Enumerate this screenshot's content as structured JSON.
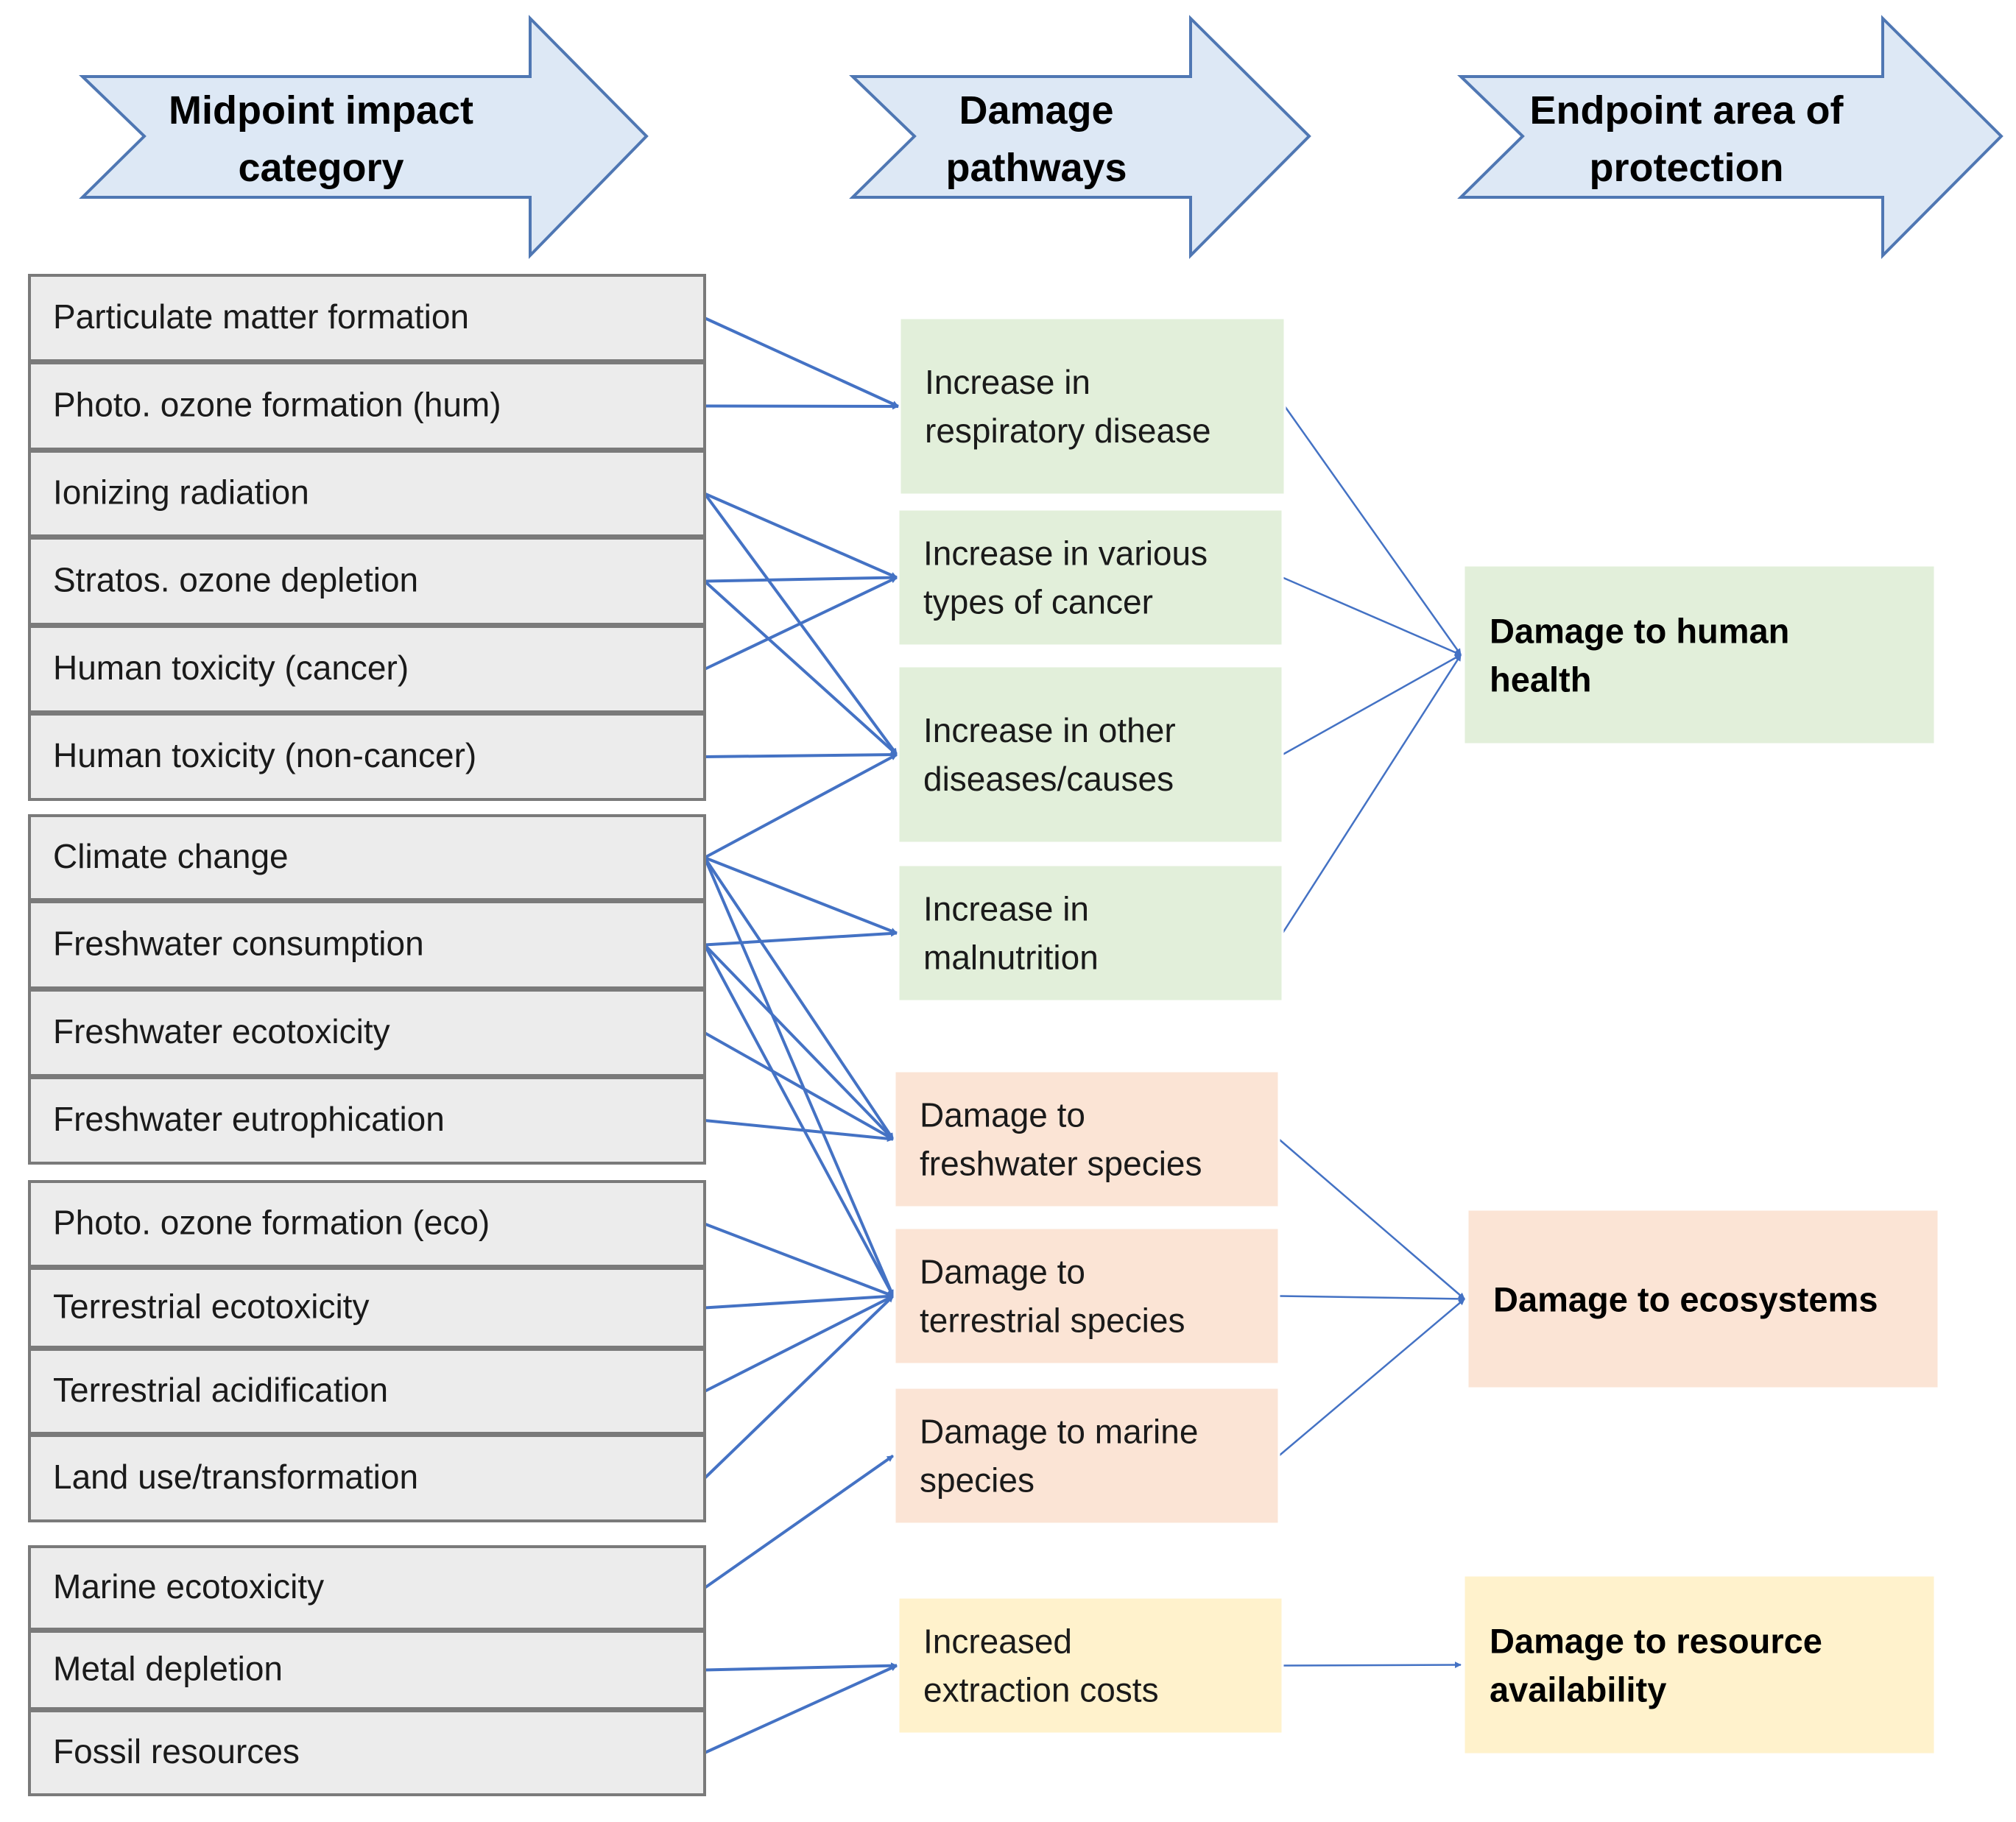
{
  "headers": [
    {
      "lines": [
        "Midpoint impact",
        "category"
      ]
    },
    {
      "lines": [
        "Damage",
        "pathways"
      ]
    },
    {
      "lines": [
        "Endpoint area of",
        "protection"
      ]
    }
  ],
  "colors": {
    "arrow_fill": "#dde8f5",
    "arrow_stroke": "#4f77b3",
    "midpoint_fill": "#ececec",
    "midpoint_stroke": "#7a7a7a",
    "connector": "#4472c4",
    "human_health": "#e2efda",
    "ecosystems": "#fbe4d5",
    "resources": "#fff2cc"
  },
  "midpoint_groups": [
    {
      "items": [
        "Particulate matter formation",
        "Photo. ozone formation (hum)",
        "Ionizing radiation",
        "Stratos. ozone depletion",
        "Human toxicity (cancer)",
        "Human toxicity (non-cancer)"
      ]
    },
    {
      "items": [
        "Climate change",
        "Freshwater consumption",
        "Freshwater ecotoxicity",
        "Freshwater eutrophication"
      ]
    },
    {
      "items": [
        "Photo. ozone formation (eco)",
        "Terrestrial ecotoxicity",
        "Terrestrial acidification",
        "Land use/transformation"
      ]
    },
    {
      "items": [
        "Marine ecotoxicity",
        " Metal depletion",
        "Fossil resources"
      ]
    }
  ],
  "pathways": [
    {
      "id": "respiratory",
      "lines": [
        "Increase in",
        "respiratory disease"
      ],
      "group": "human_health"
    },
    {
      "id": "cancer",
      "lines": [
        "Increase in various",
        "types of cancer"
      ],
      "group": "human_health"
    },
    {
      "id": "other",
      "lines": [
        "Increase in other",
        "diseases/causes"
      ],
      "group": "human_health"
    },
    {
      "id": "malnutrition",
      "lines": [
        "Increase in",
        "malnutrition"
      ],
      "group": "human_health"
    },
    {
      "id": "freshwater",
      "lines": [
        "Damage to",
        "freshwater species"
      ],
      "group": "ecosystems"
    },
    {
      "id": "terrestrial",
      "lines": [
        "Damage to",
        "terrestrial species"
      ],
      "group": "ecosystems"
    },
    {
      "id": "marine",
      "lines": [
        "Damage to marine",
        "species"
      ],
      "group": "ecosystems"
    },
    {
      "id": "extraction",
      "lines": [
        "Increased",
        "extraction costs"
      ],
      "group": "resources"
    }
  ],
  "endpoints": [
    {
      "id": "human_health",
      "lines": [
        "Damage to human",
        "health"
      ]
    },
    {
      "id": "ecosystems",
      "lines": [
        "Damage to ecosystems"
      ]
    },
    {
      "id": "resources",
      "lines": [
        "Damage to resource",
        "availability"
      ]
    }
  ],
  "links": [
    [
      "Particulate matter formation",
      "respiratory"
    ],
    [
      "Photo. ozone formation (hum)",
      "respiratory"
    ],
    [
      "Ionizing radiation",
      "cancer"
    ],
    [
      "Ionizing radiation",
      "other"
    ],
    [
      "Stratos. ozone depletion",
      "cancer"
    ],
    [
      "Stratos. ozone depletion",
      "other"
    ],
    [
      "Human toxicity (cancer)",
      "cancer"
    ],
    [
      "Human toxicity (non-cancer)",
      "other"
    ],
    [
      "Climate change",
      "other"
    ],
    [
      "Climate change",
      "malnutrition"
    ],
    [
      "Climate change",
      "freshwater"
    ],
    [
      "Climate change",
      "terrestrial"
    ],
    [
      "Freshwater consumption",
      "malnutrition"
    ],
    [
      "Freshwater consumption",
      "freshwater"
    ],
    [
      "Freshwater consumption",
      "terrestrial"
    ],
    [
      "Freshwater ecotoxicity",
      "freshwater"
    ],
    [
      "Freshwater eutrophication",
      "freshwater"
    ],
    [
      "Photo. ozone formation (eco)",
      "terrestrial"
    ],
    [
      "Terrestrial ecotoxicity",
      "terrestrial"
    ],
    [
      "Terrestrial acidification",
      "terrestrial"
    ],
    [
      "Land use/transformation",
      "terrestrial"
    ],
    [
      "Marine ecotoxicity",
      "marine"
    ],
    [
      " Metal depletion",
      "extraction"
    ],
    [
      "Fossil resources",
      "extraction"
    ]
  ]
}
